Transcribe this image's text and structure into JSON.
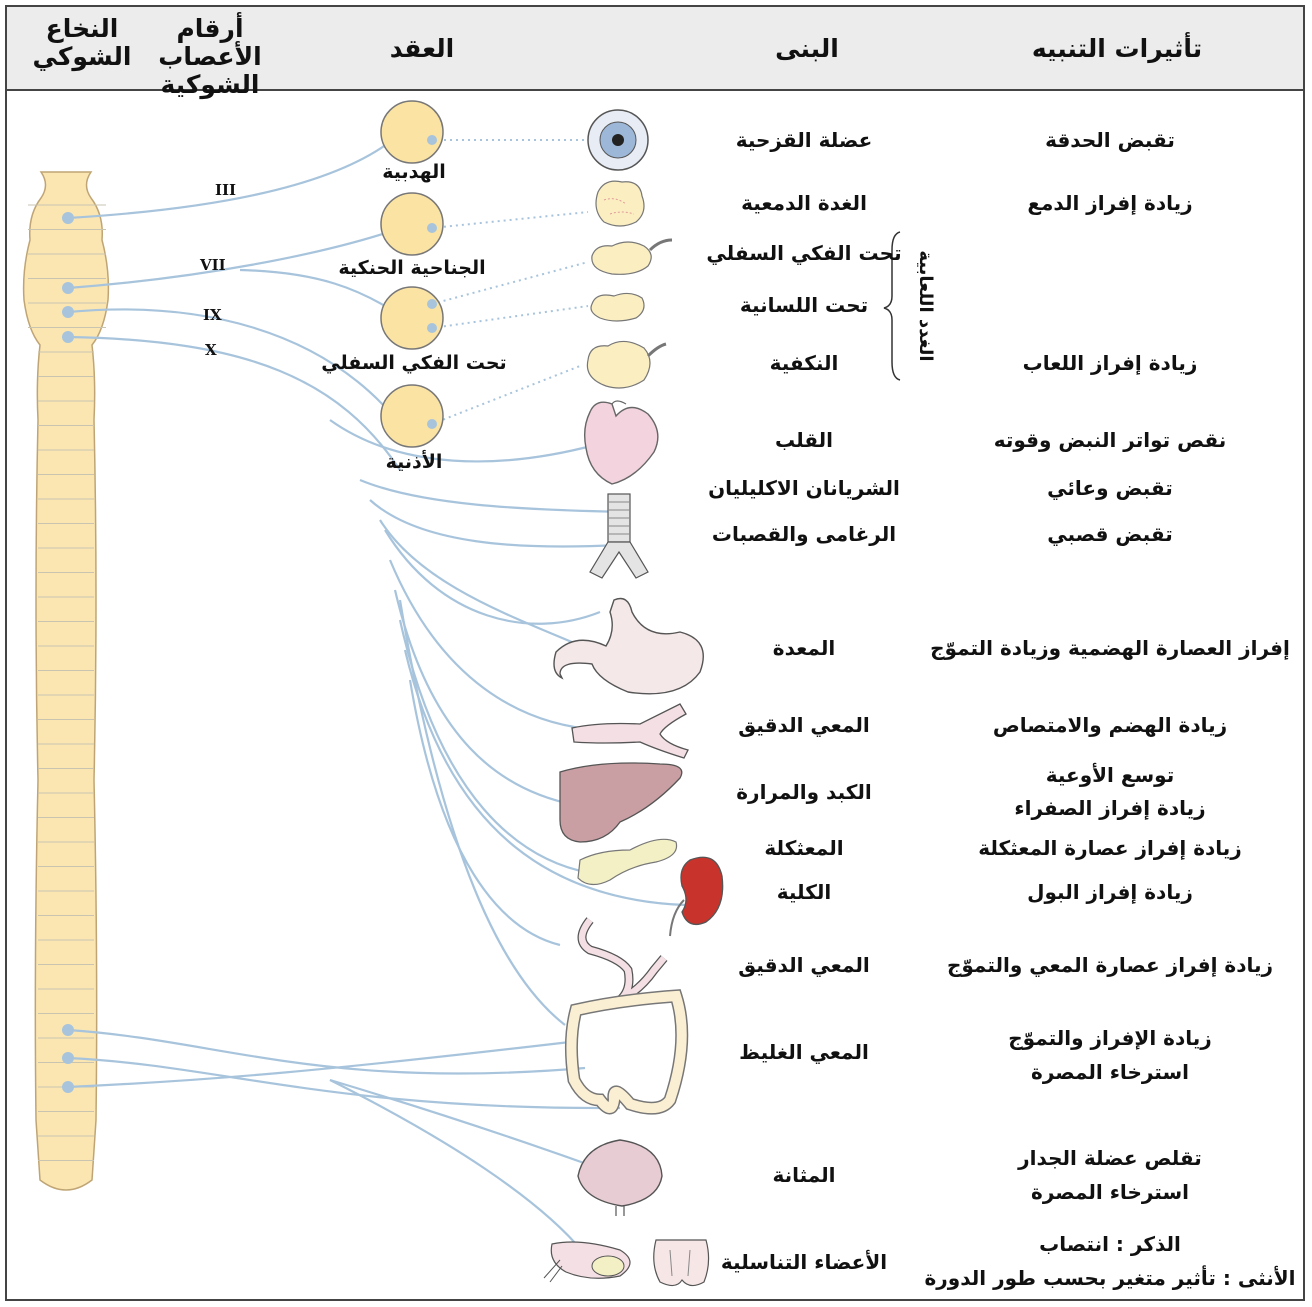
{
  "headers": {
    "spinal_cord": "النخاع الشوكي",
    "nerve_numbers": "أرقام الأعصاب الشوكية",
    "ganglia": "العقد",
    "structures": "البنى",
    "effects": "تأثيرات التنبيه"
  },
  "nerves": [
    "III",
    "VII",
    "IX",
    "X"
  ],
  "ganglia": [
    "الهدبية",
    "الجناحية الحنكية",
    "تحت الفكي السفلي",
    "الأذنية"
  ],
  "bracket_label": "الغدد اللعابية",
  "rows": [
    {
      "organ": "eye-icon",
      "structure": "عضلة القزحية",
      "effect": "تقبض الحدقة"
    },
    {
      "organ": "lacrimal-gland-icon",
      "structure": "الغدة الدمعية",
      "effect": "زيادة إفراز الدمع"
    },
    {
      "organ": "submandibular-gland-icon",
      "structure": "تحت الفكي السفلي",
      "effect": ""
    },
    {
      "organ": "sublingual-gland-icon",
      "structure": "تحت اللسانية",
      "effect": ""
    },
    {
      "organ": "parotid-gland-icon",
      "structure": "النكفية",
      "effect": "زيادة إفراز اللعاب"
    },
    {
      "organ": "heart-icon",
      "structure": "القلب",
      "effect": "نقص تواتر النبض وقوته"
    },
    {
      "organ": "",
      "structure": "الشريانان الاكليليان",
      "effect": "تقبض وعائي"
    },
    {
      "organ": "trachea-icon",
      "structure": "الرغامى والقصبات",
      "effect": "تقبض قصبي"
    },
    {
      "organ": "stomach-icon",
      "structure": "المعدة",
      "effect": "إفراز العصارة الهضمية وزيادة التموّج"
    },
    {
      "organ": "small-intestine-icon",
      "structure": "المعي الدقيق",
      "effect": "زيادة الهضم والامتصاص"
    },
    {
      "organ": "liver-icon",
      "structure": "الكبد والمرارة",
      "effect": "توسع الأوعية",
      "effect2": "زيادة إفراز الصفراء"
    },
    {
      "organ": "pancreas-icon",
      "structure": "المعثكلة",
      "effect": "زيادة إفراز عصارة المعثكلة"
    },
    {
      "organ": "kidney-icon",
      "structure": "الكلية",
      "effect": "زيادة إفراز البول"
    },
    {
      "organ": "intestine-icon",
      "structure": "المعي الدقيق",
      "effect": "زيادة إفراز عصارة المعي والتموّج"
    },
    {
      "organ": "colon-icon",
      "structure": "المعي الغليظ",
      "effect": "زيادة الإفراز والتموّج",
      "effect2": "استرخاء المصرة"
    },
    {
      "organ": "bladder-icon",
      "structure": "المثانة",
      "effect": "تقلص عضلة الجدار",
      "effect2": "استرخاء المصرة"
    },
    {
      "organ": "genitals-icon",
      "structure": "الأعضاء التناسلية",
      "effect": "الذكر : انتصاب",
      "effect2": "الأنثى : تأثير متغير بحسب طور الدورة"
    }
  ],
  "colors": {
    "nerve": "#a7c4dc",
    "spinal_cord": "#fbe6b2",
    "ganglion": "#fbe3a4",
    "header_bg": "#ececec",
    "gland": "#fbefc2",
    "heart": "#f3d3de",
    "kidney": "#c8342c",
    "liver": "#c99fa3",
    "pancreas": "#f2f0c4"
  }
}
